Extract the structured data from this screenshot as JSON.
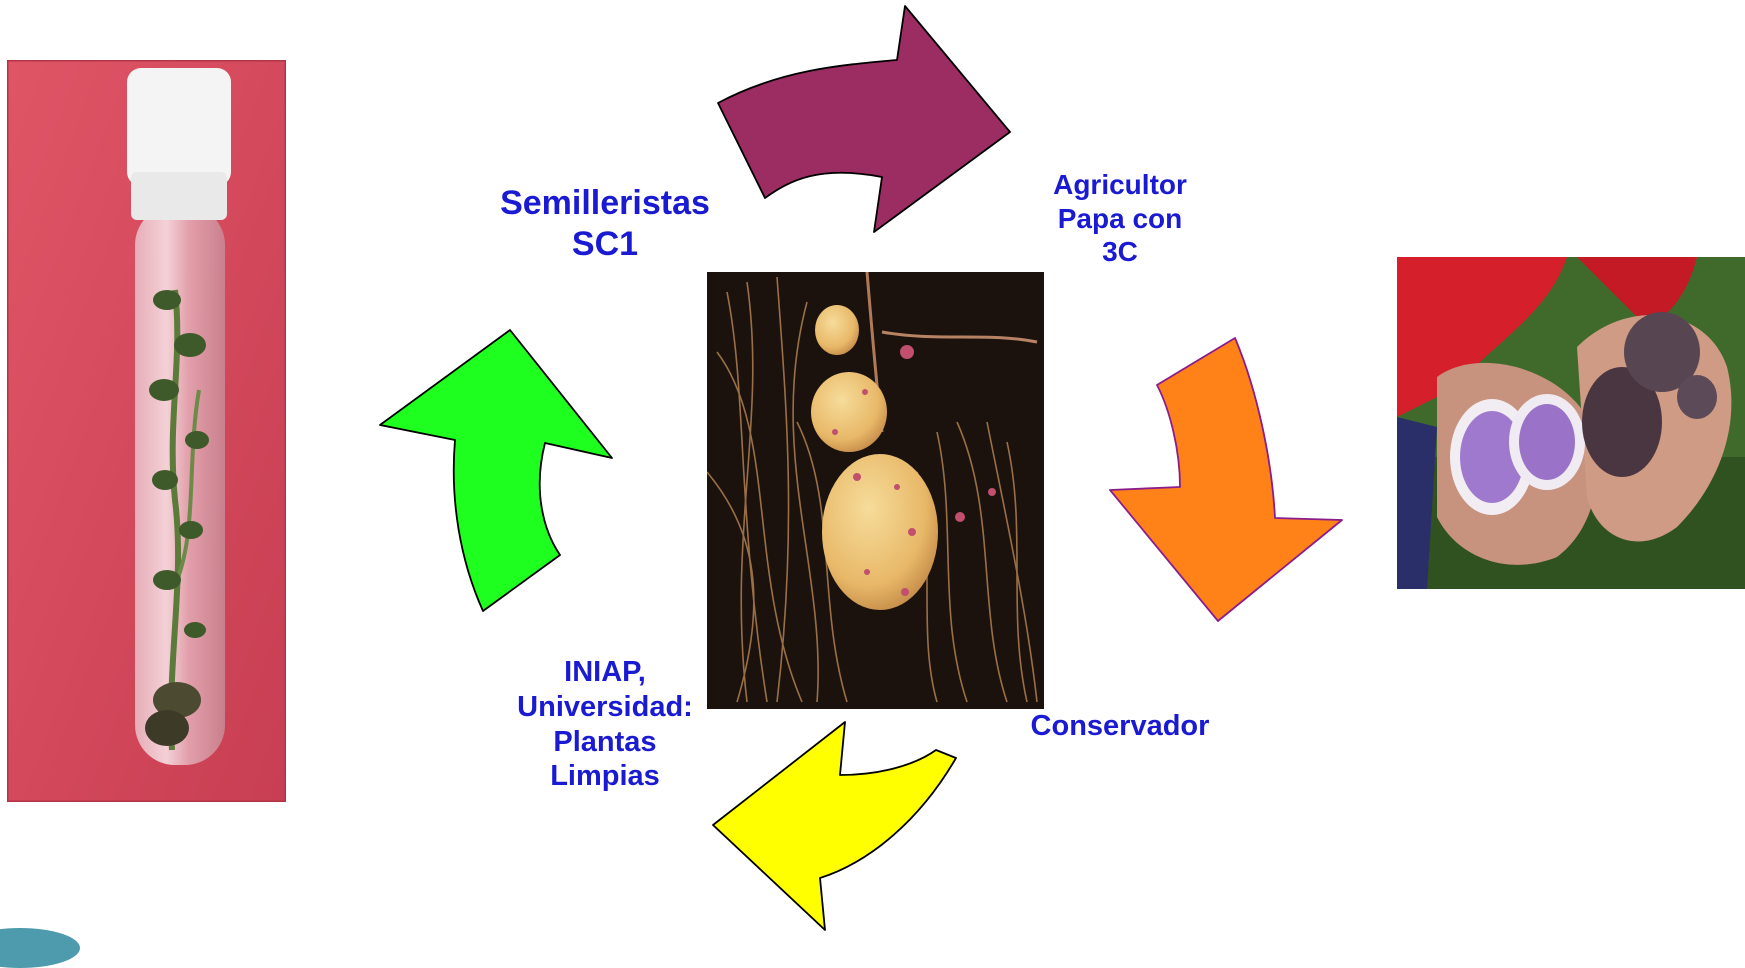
{
  "labels": {
    "semilleristas": [
      "Semilleristas",
      "SC1"
    ],
    "agricultor": [
      "Agricultor",
      "Papa con",
      "3C"
    ],
    "conservador": [
      "Conservador"
    ],
    "iniap": [
      "INIAP,",
      "Universidad:",
      "Plantas",
      "Limpias"
    ]
  },
  "colors": {
    "label_text": "#1a1ad2",
    "arrow_purple": "#9b2d63",
    "arrow_orange": "#ff8218",
    "arrow_yellow": "#ffff00",
    "arrow_green": "#1fff1f",
    "test_tube_background": "#d9475a",
    "potato_photo_background": "#1b120e"
  },
  "images": {
    "left": "test-tube-plantlet-photo",
    "center": "potato-tubers-roots-photo",
    "right": "cut-purple-potatoes-in-hands-photo"
  }
}
